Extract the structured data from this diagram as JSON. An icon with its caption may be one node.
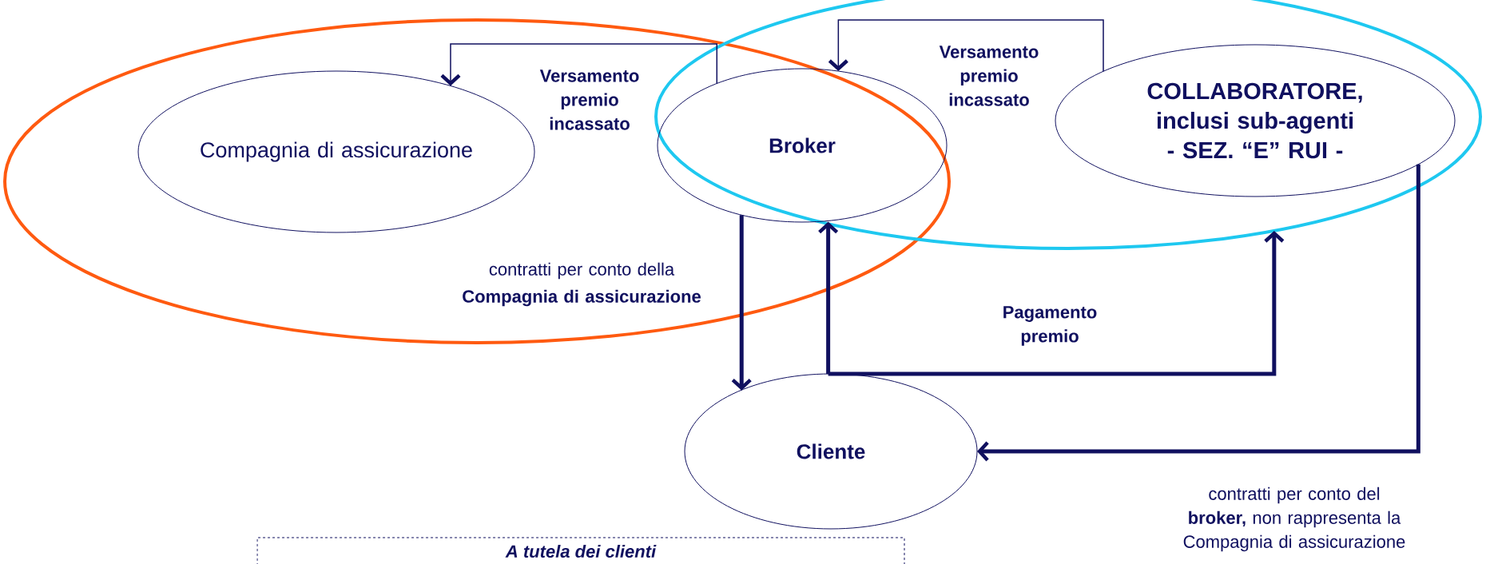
{
  "diagram": {
    "nodes": [
      {
        "text": [],
        "shape": "ellipse"
      },
      {
        "text": [
          "Compagnia di assicurazione"
        ],
        "in": 0
      },
      {
        "text": [],
        "shape": "ellipse"
      },
      {
        "text": [
          "Broker"
        ]
      },
      {
        "text": [
          "COLLABORATORE, inclusi sub-agenti - SEZ. “E” RUI -"
        ],
        "in": 2
      },
      {
        "text": [
          "Cliente"
        ]
      },
      {
        "text": [
          "A tutela dei clienti"
        ]
      }
    ],
    "edges": [
      {
        "from": 3,
        "to": 1,
        "arrow": "to",
        "label": "Versamento premio incassato"
      },
      {
        "from": 4,
        "to": 3,
        "arrow": "to",
        "label": "Versamento premio incassato"
      },
      {
        "from": 3,
        "to": 5,
        "arrow": "to",
        "label": "contratti per conto della **Compagnia di assicurazione**"
      },
      {
        "from": 5,
        "to": 3,
        "arrow": "to"
      },
      {
        "from": 5,
        "to": 2,
        "arrow": "to",
        "label": "Pagamento premio"
      },
      {
        "from": 4,
        "to": 5,
        "arrow": "to",
        "label": "contratti per conto del **broker,** non rappresenta la Compagnia di assicurazione"
      }
    ]
  }
}
